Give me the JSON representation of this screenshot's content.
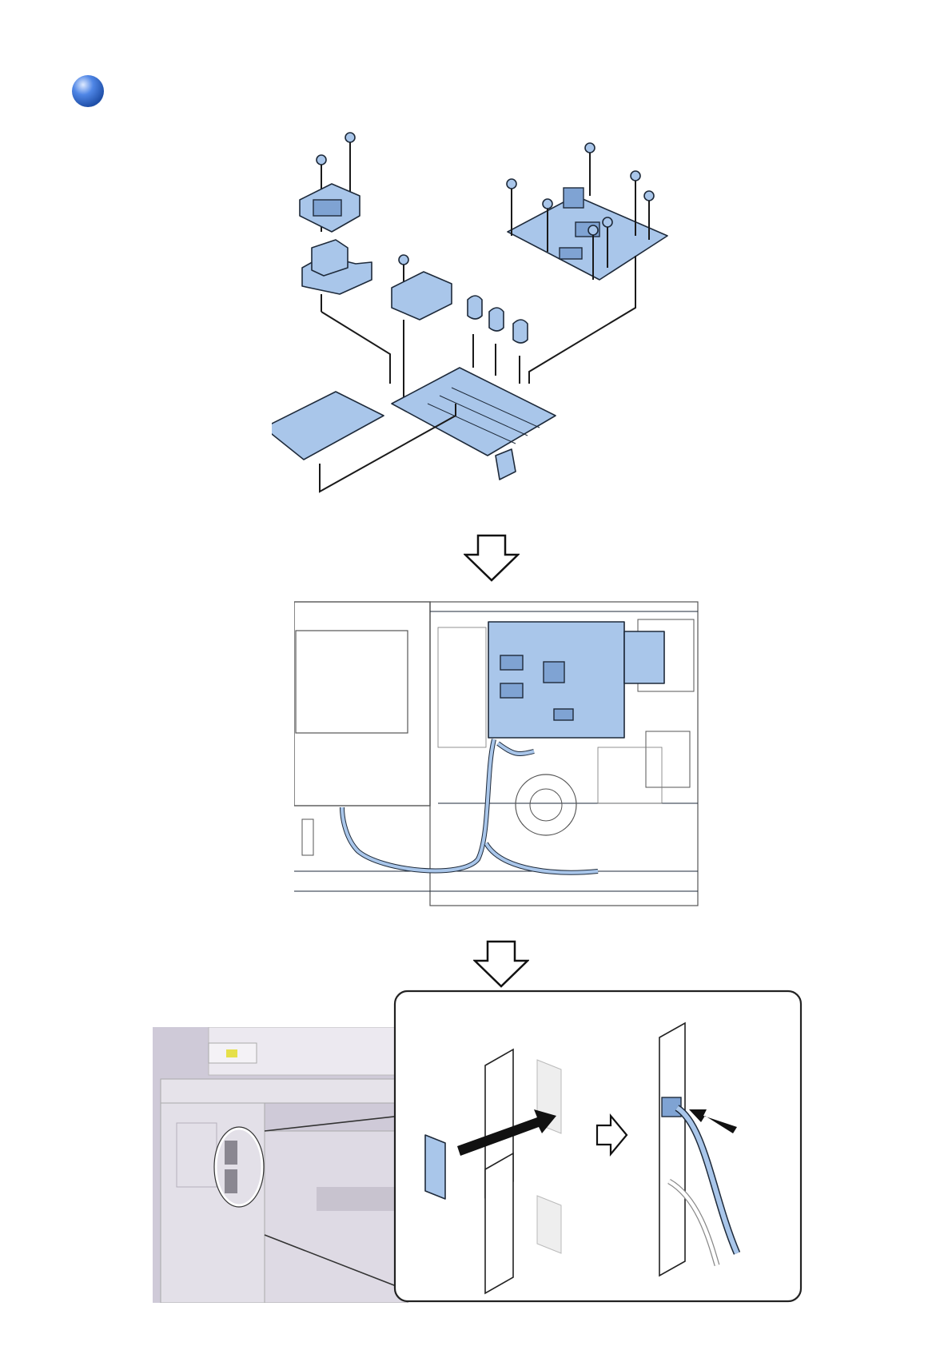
{
  "colors": {
    "part_fill": "#a9c6ea",
    "part_dark": "#7fa3d3",
    "step_marker": "#2b63c9",
    "photo_bg": "#d9d4df"
  },
  "icons": {
    "step_marker": "blue-sphere-bullet",
    "flow_arrow": "hollow-down-arrow",
    "sub_flow_arrow": "hollow-right-arrow"
  }
}
